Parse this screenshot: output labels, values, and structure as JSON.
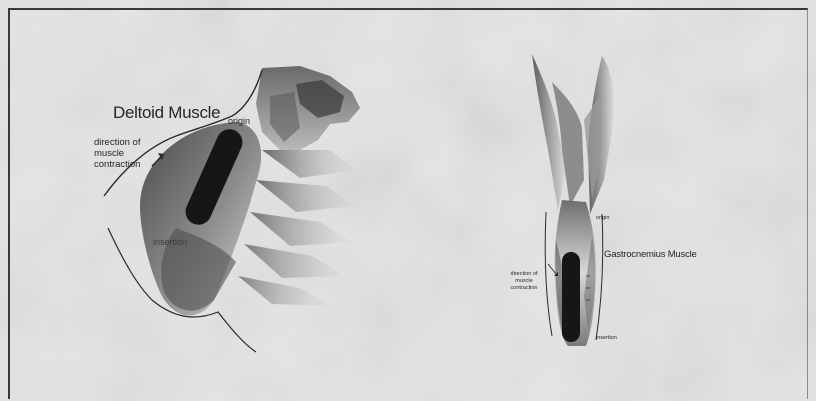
{
  "deltoid": {
    "title": "Deltoid Muscle",
    "origin_label": "origin",
    "direction_label": "direction of muscle contraction",
    "insertion_label": "insertion"
  },
  "gastrocnemius": {
    "title": "Gastrocnemius Muscle",
    "origin_label": "origin",
    "direction_label": "direction of muscle contraction",
    "insertion_label": "insertion"
  },
  "colors": {
    "paper": "#e2e2e0",
    "ink": "#262626",
    "muscle_band": "#161616"
  }
}
